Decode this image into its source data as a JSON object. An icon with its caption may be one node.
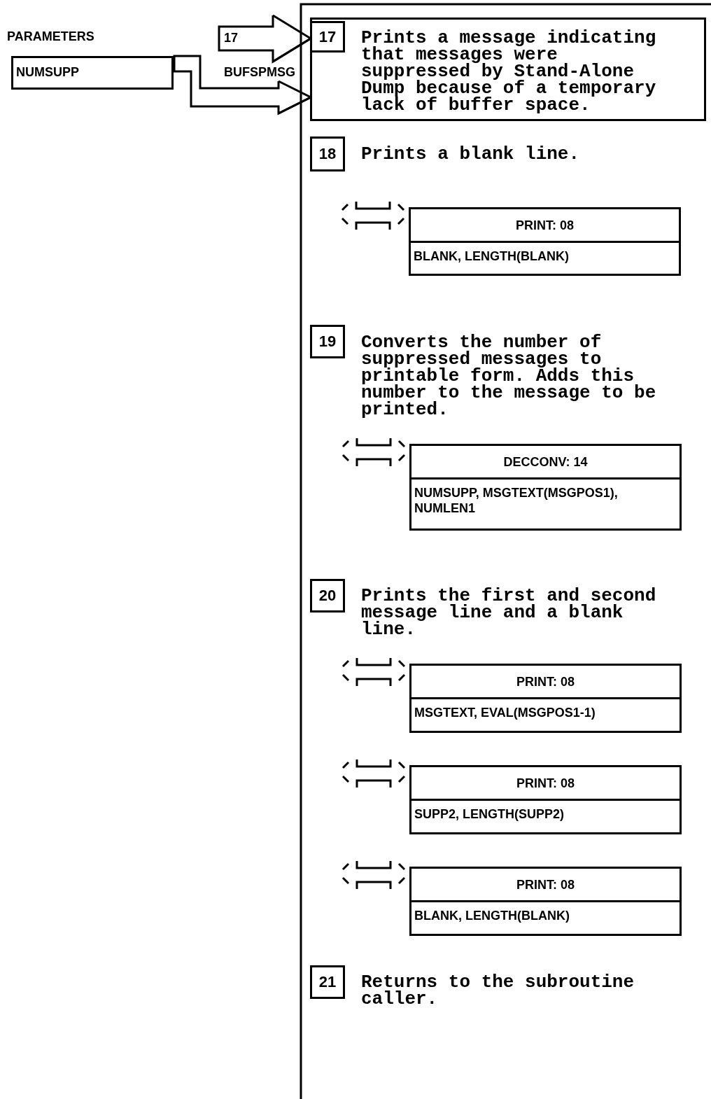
{
  "diagram": {
    "nodes": [
      {
        "text": [
          "PARAMETERS",
          "NUMSUPP"
        ]
      },
      {
        "text": [
          "Prints a message indicating that messages were suppressed by Stand-Alone Dump because of a temporary lack of buffer space."
        ]
      },
      {
        "text": [
          "17"
        ],
        "in": 1
      },
      {
        "text": [
          "18"
        ],
        "beside": [
          "Prints a blank line."
        ]
      },
      {
        "text": [
          "PRINT: 08",
          "BLANK, LENGTH(BLANK)"
        ]
      },
      {
        "text": [
          "19"
        ],
        "beside": [
          "Converts the number of suppressed messages to printable form. Adds this number to the message to be printed."
        ]
      },
      {
        "text": [
          "DECCONV: 14",
          "NUMSUPP, MSGTEXT(MSGPOS1), NUMLEN1"
        ]
      },
      {
        "text": [
          "20"
        ],
        "beside": [
          "Prints the first and second message line and a blank line."
        ]
      },
      {
        "text": [
          "PRINT: 08",
          "MSGTEXT, EVAL(MSGPOS1-1)"
        ]
      },
      {
        "text": [
          "PRINT: 08",
          "SUPP2, LENGTH(SUPP2)"
        ]
      },
      {
        "text": [
          "PRINT: 08",
          "BLANK, LENGTH(BLANK)"
        ]
      },
      {
        "text": [
          "21"
        ],
        "beside": [
          "Returns to the subroutine caller."
        ]
      }
    ],
    "edges": [
      {
        "from": null,
        "to": 1,
        "arrow": "to",
        "label": "17"
      },
      {
        "from": 0,
        "to": 1,
        "arrow": "to",
        "label": "BUFSPMSG"
      }
    ]
  }
}
